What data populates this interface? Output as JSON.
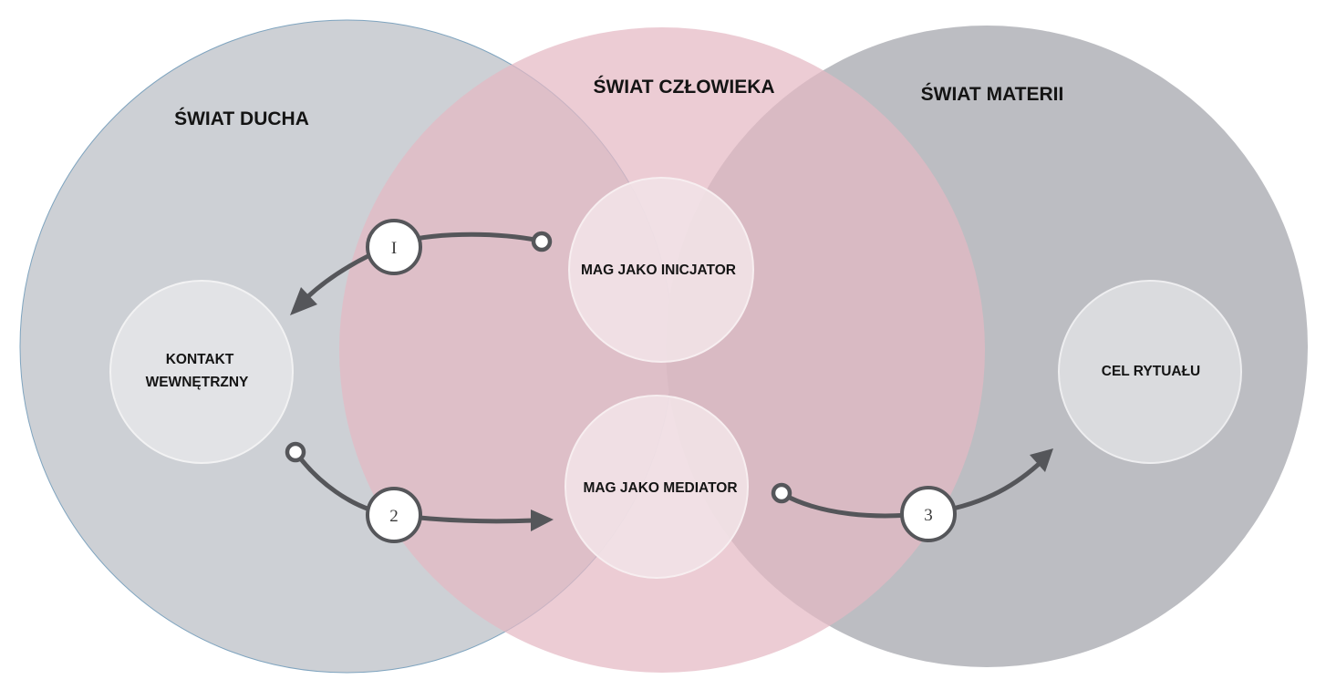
{
  "worlds": {
    "spirit": {
      "title": "ŚWIAT DUCHA"
    },
    "human": {
      "title": "ŚWIAT CZŁOWIEKA"
    },
    "matter": {
      "title": "ŚWIAT MATERII"
    }
  },
  "nodes": {
    "inner_contact": {
      "line1": "KONTAKT",
      "line2": "WEWNĘTRZNY"
    },
    "initiator": {
      "label": "MAG JAKO INICJATOR"
    },
    "mediator": {
      "label": "MAG JAKO MEDIATOR"
    },
    "ritual_goal": {
      "label": "CEL RYTUAŁU"
    }
  },
  "steps": [
    {
      "number": "I"
    },
    {
      "number": "2"
    },
    {
      "number": "3"
    }
  ],
  "colors": {
    "spirit_fill": "#cdd0d5",
    "human_fill": "#e4b9c3",
    "matter_fill": "#bcbdc2",
    "arrow": "#55565a"
  }
}
